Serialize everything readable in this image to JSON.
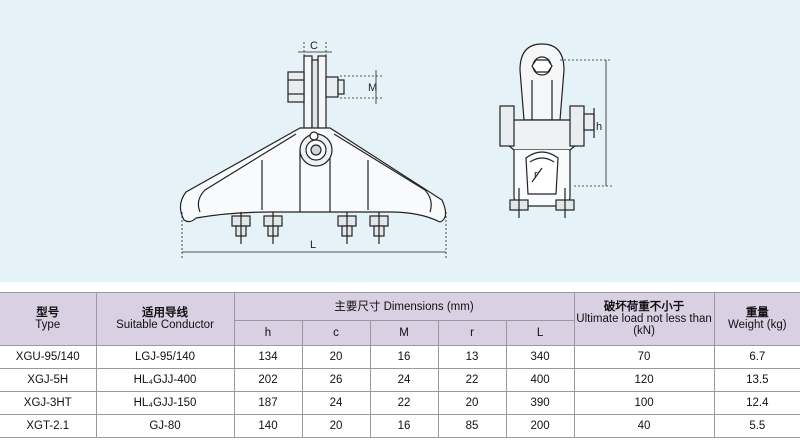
{
  "drawing": {
    "dim_c": "C",
    "dim_m": "M",
    "dim_l": "L",
    "dim_h": "h",
    "dim_r": "r"
  },
  "table": {
    "headers": {
      "type_cn": "型号",
      "type_en": "Type",
      "conductor_cn": "适用导线",
      "conductor_en": "Suitable Conductor",
      "dimensions": "主要尺寸 Dimensions (mm)",
      "load_cn": "破坏荷重不小于",
      "load_en": "Ultimate load not less than (kN)",
      "weight_cn": "重量",
      "weight_en": "Weight (kg)",
      "sub": [
        "h",
        "c",
        "M",
        "r",
        "L"
      ]
    },
    "rows": [
      [
        "XGU-95/140",
        "LGJ-95/140",
        "134",
        "20",
        "16",
        "13",
        "340",
        "70",
        "6.7"
      ],
      [
        "XGJ-5H",
        "HL₄GJJ-400",
        "202",
        "26",
        "24",
        "22",
        "400",
        "120",
        "13.5"
      ],
      [
        "XGJ-3HT",
        "HL₄GJJ-150",
        "187",
        "24",
        "22",
        "20",
        "390",
        "100",
        "12.4"
      ],
      [
        "XGT-2.1",
        "GJ-80",
        "140",
        "20",
        "16",
        "85",
        "200",
        "40",
        "5.5"
      ]
    ]
  }
}
